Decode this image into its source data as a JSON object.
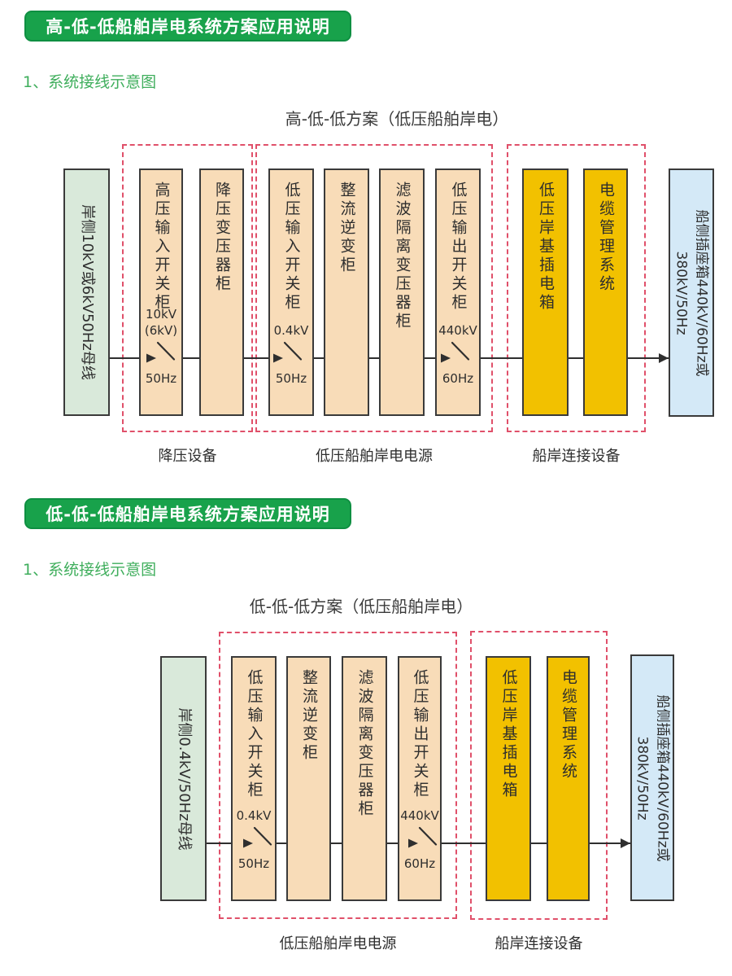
{
  "colors": {
    "header_bg": "#18a24b",
    "header_text": "#ffffff",
    "subheading_green": "#3fae5c",
    "shore_bus_bg": "#d9e9da",
    "cabinet_bg": "#f8dcb8",
    "connect_bg": "#f2c100",
    "ship_box_bg": "#d4e9f7",
    "group_dash": "#e0506a",
    "line": "#2f2f2f"
  },
  "sections": [
    {
      "badge": "高-低-低船舶岸电系统方案应用说明",
      "subheading": "1、系统接线示意图",
      "diagram_title": "高-低-低方案（低压船舶岸电）",
      "shore_bus": "岸侧10kV或6kV50Hz母线",
      "cabinets": {
        "hv_input": "高压输入开关柜",
        "step_down": "降压变压器柜",
        "lv_input": "低压输入开关柜",
        "rectifier": "整流逆变柜",
        "filter": "滤波隔离变压器柜",
        "lv_output": "低压输出开关柜",
        "plug_box": "低压岸基插电箱",
        "cable_mgmt": "电缆管理系统"
      },
      "switches": {
        "s1": {
          "volt": "10kV",
          "volt2": "(6kV)",
          "freq": "50Hz"
        },
        "s2": {
          "volt": "0.4kV",
          "freq": "50Hz"
        },
        "s3": {
          "volt": "440kV",
          "freq": "60Hz"
        }
      },
      "group_labels": [
        "降压设备",
        "低压船舶岸电电源",
        "船岸连接设备"
      ],
      "ship_box": {
        "line1": "船侧插座箱440kV/60Hz或",
        "line2": "380kV/50Hz"
      }
    },
    {
      "badge": "低-低-低船舶岸电系统方案应用说明",
      "subheading": "1、系统接线示意图",
      "diagram_title": "低-低-低方案（低压船舶岸电）",
      "shore_bus": "岸侧0.4kV/50Hz母线",
      "cabinets": {
        "lv_input": "低压输入开关柜",
        "rectifier": "整流逆变柜",
        "filter": "滤波隔离变压器柜",
        "lv_output": "低压输出开关柜",
        "plug_box": "低压岸基插电箱",
        "cable_mgmt": "电缆管理系统"
      },
      "switches": {
        "s1": {
          "volt": "0.4kV",
          "freq": "50Hz"
        },
        "s2": {
          "volt": "440kV",
          "freq": "60Hz"
        }
      },
      "group_labels": [
        "低压船舶岸电电源",
        "船岸连接设备"
      ],
      "ship_box": {
        "line1": "船侧插座箱440kV/60Hz或",
        "line2": "380kV/50Hz"
      }
    }
  ]
}
